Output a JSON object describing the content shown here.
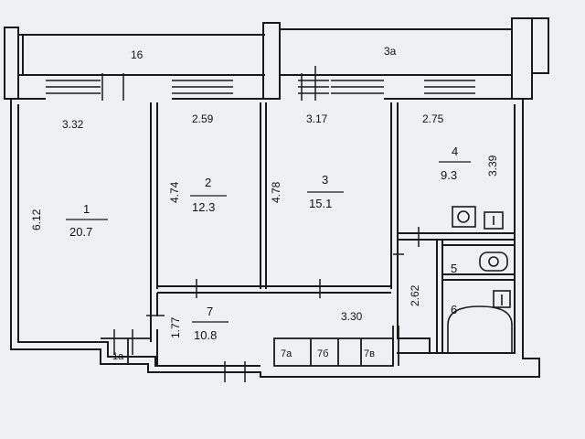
{
  "colors": {
    "background": "#eef0f3",
    "wall_fill": "#f6f7f8",
    "line": "#1a1a1a"
  },
  "balconies": [
    {
      "label": "16"
    },
    {
      "label": "3a"
    }
  ],
  "rooms": [
    {
      "number": "1",
      "area": "20.7"
    },
    {
      "number": "2",
      "area": "12.3"
    },
    {
      "number": "3",
      "area": "15.1"
    },
    {
      "number": "4",
      "area": "9.3"
    },
    {
      "number": "5"
    },
    {
      "number": "6"
    },
    {
      "number": "7",
      "area": "10.8"
    },
    {
      "number": "1a"
    },
    {
      "number": "7a"
    },
    {
      "number": "7б"
    },
    {
      "number": "7в"
    }
  ],
  "dimensions": {
    "room1_width": "3.32",
    "room1_length": "6.12",
    "room2_width": "2.59",
    "room2_length": "4.74",
    "room3_width": "3.17",
    "room3_length": "4.78",
    "room4_width": "2.75",
    "room4_length": "3.39",
    "hall_width": "1.77",
    "hall_length": "3.30",
    "bath_length": "2.62"
  }
}
